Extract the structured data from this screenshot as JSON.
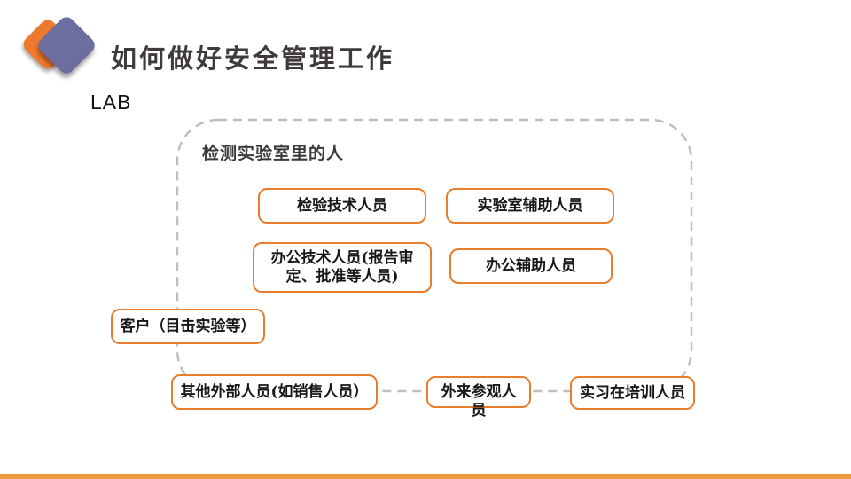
{
  "header": {
    "title": "如何做好安全管理工作"
  },
  "slide": {
    "lab_label": "LAB",
    "group_label": "检测实验室里的人",
    "boxes": [
      {
        "label": "检验技术人员"
      },
      {
        "label": "实验室辅助人员"
      },
      {
        "label": "办公技术人员(报告审定、批准等人员)"
      },
      {
        "label": "办公辅助人员"
      },
      {
        "label": "客户（目击实验等）"
      },
      {
        "label": "其他外部人员(如销售人员）"
      },
      {
        "label": "外来参观人员"
      },
      {
        "label": "实习在培训人员"
      }
    ]
  },
  "colors": {
    "accent_orange": "#E87E2D",
    "logo_orange": "#EE7A2D",
    "logo_purple": "#6C6EA0",
    "dashed_border": "#BFBFBF",
    "title_text": "#3F3B3A",
    "footer_bar": "#ED9B40"
  }
}
